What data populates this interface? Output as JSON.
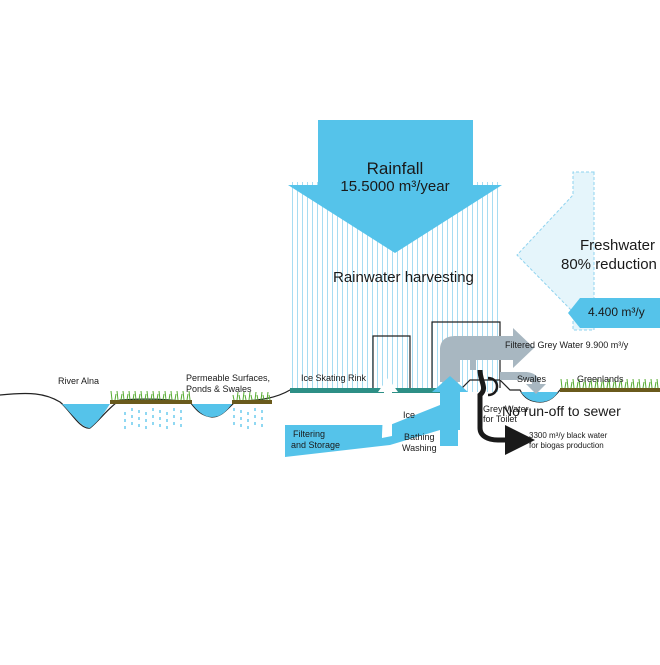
{
  "colors": {
    "water_blue": "#55c3ea",
    "light_blue": "#bfe6f6",
    "pale_blue": "#dff2fa",
    "teal": "#2d8f86",
    "grey_pipe": "#a8b7c1",
    "black_pipe": "#1a1a1a",
    "grass_green": "#55aa2f",
    "soil_brown": "#6a5a1c",
    "text": "#1a1a1a"
  },
  "rainfall": {
    "title": "Rainfall",
    "amount": "15.5000 m³/year"
  },
  "rainwater_harvesting": "Rainwater harvesting",
  "freshwater": {
    "title": "Freshwater",
    "reduction": "80% reduction",
    "amount": "4.400 m³/y"
  },
  "labels": {
    "river": "River Alna",
    "permeable_line1": "Permeable Surfaces,",
    "permeable_line2": "Ponds & Swales",
    "ice_rink": "Ice Skating Rink",
    "filtered_grey": "Filtered Grey Water 9.900 m³/y",
    "swales": "Swales",
    "greenlands": "Greenlands",
    "no_runoff": "No run-off to sewer",
    "grey_toilet_line1": "Grey Water",
    "grey_toilet_line2": "for Toilet",
    "ice": "Ice",
    "bathing_line1": "Bathing",
    "bathing_line2": "Washing",
    "filtering_line1": "Filtering",
    "filtering_line2": "and Storage",
    "black_water_line1": "3300 m³/y black water",
    "black_water_line2": "for biogas production"
  },
  "icons": [
    "rainfall-arrow-icon",
    "freshwater-arrow-icon",
    "grey-water-flow-icon",
    "black-water-pipe-icon"
  ]
}
